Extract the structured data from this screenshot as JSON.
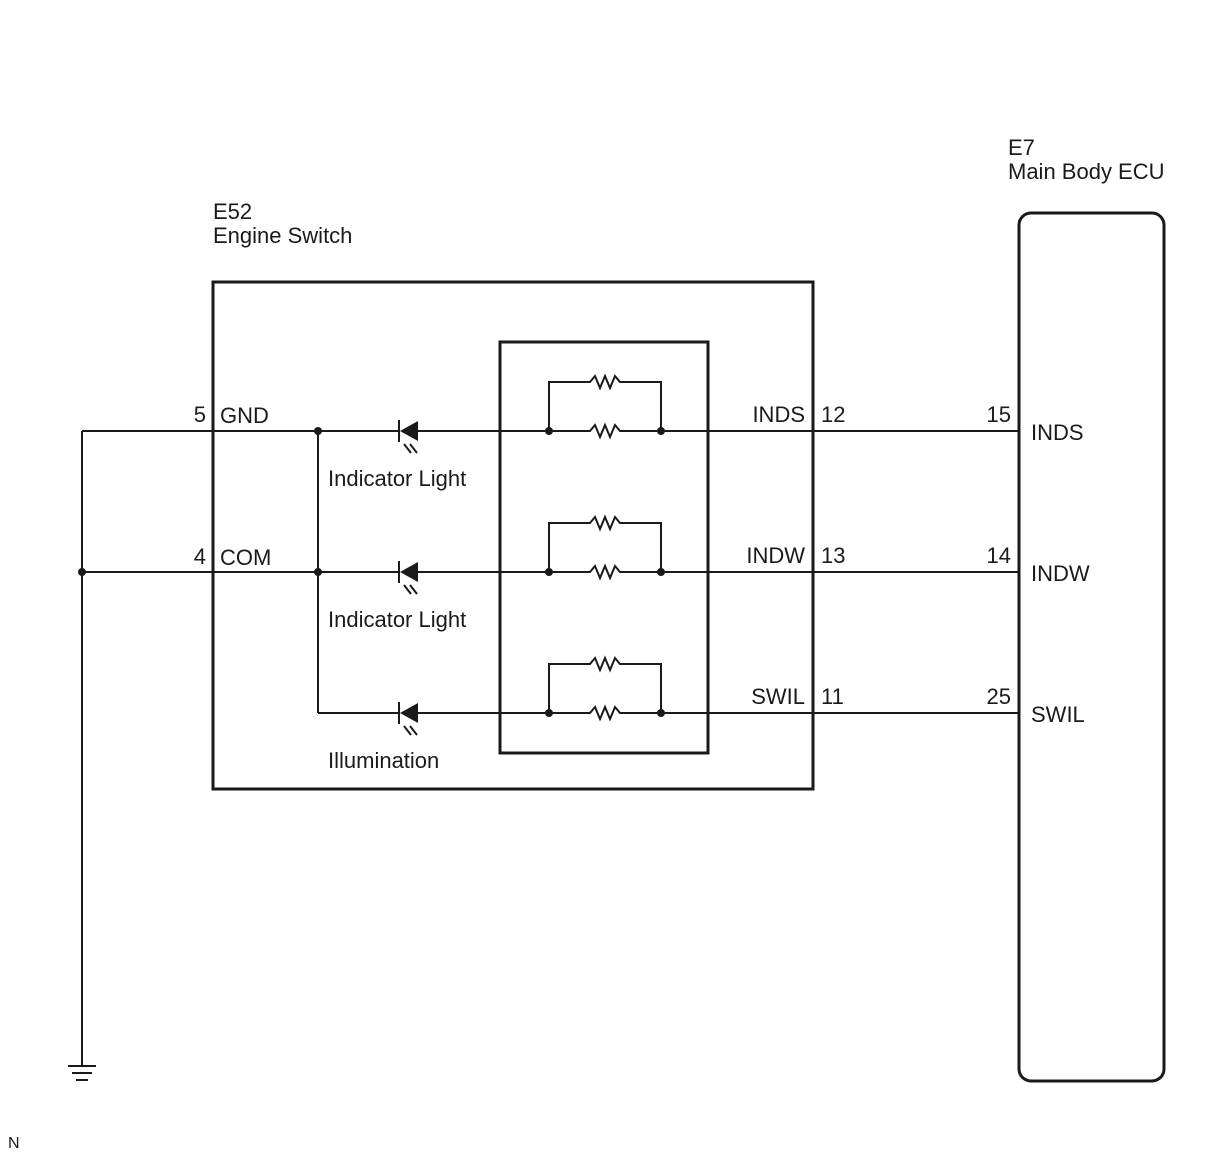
{
  "ecu": {
    "code": "E7",
    "name": "Main Body ECU"
  },
  "engine_switch": {
    "code": "E52",
    "name": "Engine Switch"
  },
  "left_pins": [
    {
      "number": "5",
      "label": "GND"
    },
    {
      "number": "4",
      "label": "COM"
    }
  ],
  "circuits": [
    {
      "led_label": "Indicator Light",
      "switch_terminal": "INDS",
      "switch_pin": "12",
      "ecu_pin": "15",
      "ecu_terminal": "INDS"
    },
    {
      "led_label": "Indicator Light",
      "switch_terminal": "INDW",
      "switch_pin": "13",
      "ecu_pin": "14",
      "ecu_terminal": "INDW"
    },
    {
      "led_label": "Illumination",
      "switch_terminal": "SWIL",
      "switch_pin": "11",
      "ecu_pin": "25",
      "ecu_terminal": "SWIL"
    }
  ],
  "corner_mark": "N"
}
